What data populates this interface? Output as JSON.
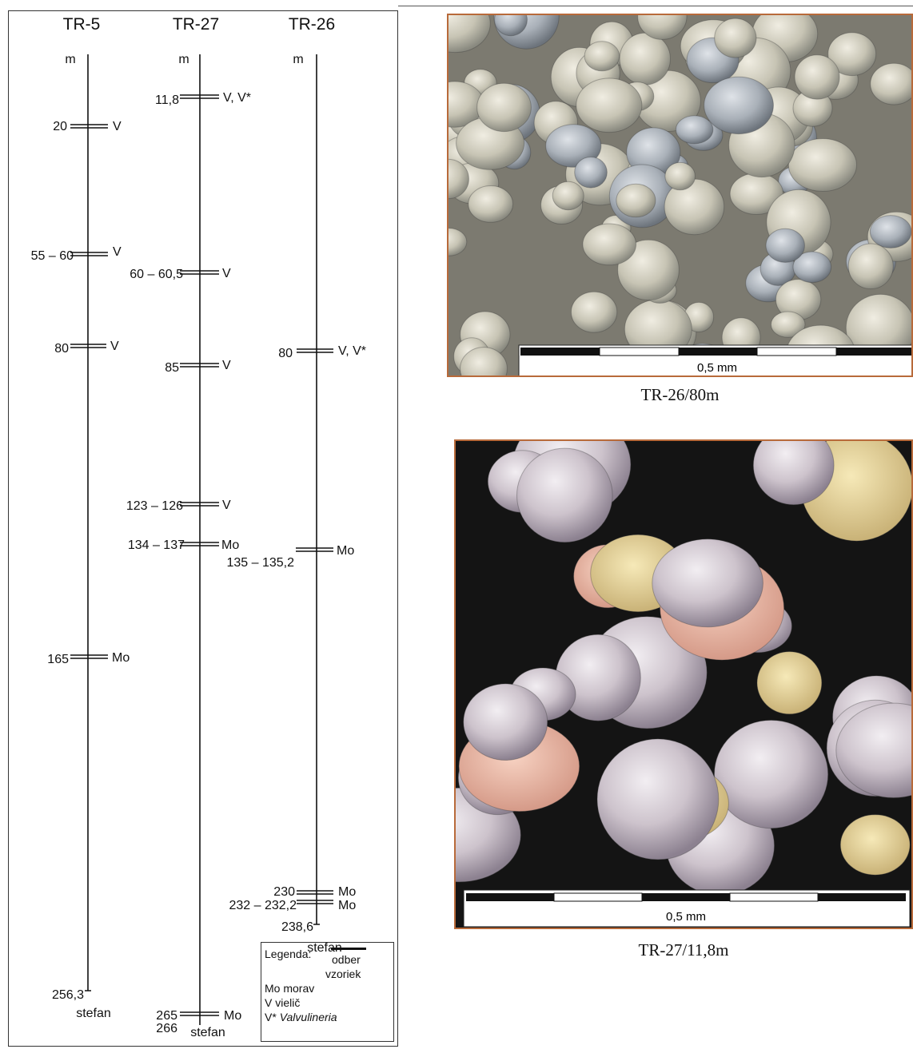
{
  "wells": [
    {
      "name": "TR-5",
      "unit": "m",
      "end_depth": "256,3",
      "end_label": "stefan",
      "samples": [
        {
          "depth": "20",
          "label": "V"
        },
        {
          "depth": "55 – 60",
          "label": "V"
        },
        {
          "depth": "80",
          "label": "V"
        },
        {
          "depth": "165",
          "label": "Mo"
        }
      ]
    },
    {
      "name": "TR-27",
      "unit": "m",
      "end_depth": "266",
      "end_label": "stefan",
      "samples": [
        {
          "depth": "11,8",
          "label": "V, V*"
        },
        {
          "depth": "60 – 60,5",
          "label": "V"
        },
        {
          "depth": "85",
          "label": "V"
        },
        {
          "depth": "123 – 126",
          "label": "V"
        },
        {
          "depth": "134 – 137",
          "label": "Mo"
        },
        {
          "depth": "265",
          "label": "Mo"
        }
      ]
    },
    {
      "name": "TR-26",
      "unit": "m",
      "end_depth": "238,6",
      "end_label": "stefan",
      "samples": [
        {
          "depth": "80",
          "label": "V, V*"
        },
        {
          "depth": "135 – 135,2",
          "label": "Mo"
        },
        {
          "depth": "230",
          "label": "Mo"
        },
        {
          "depth": "232 – 232,2",
          "label": "Mo"
        }
      ]
    }
  ],
  "legend": {
    "title": "Legenda:",
    "sample_line_label_1": "odber",
    "sample_line_label_2": "vzoriek",
    "items": [
      {
        "code": "Mo",
        "text": "morav"
      },
      {
        "code": "V",
        "text": "vielič"
      },
      {
        "code": "V*",
        "text": "Valvulineria"
      }
    ]
  },
  "photos": [
    {
      "caption": "TR-26/80m",
      "scale_label": "0,5 mm"
    },
    {
      "caption": "TR-27/11,8m",
      "scale_label": "0,5 mm"
    }
  ],
  "colors": {
    "photo_border": "#b86a3a",
    "line": "#111111"
  }
}
